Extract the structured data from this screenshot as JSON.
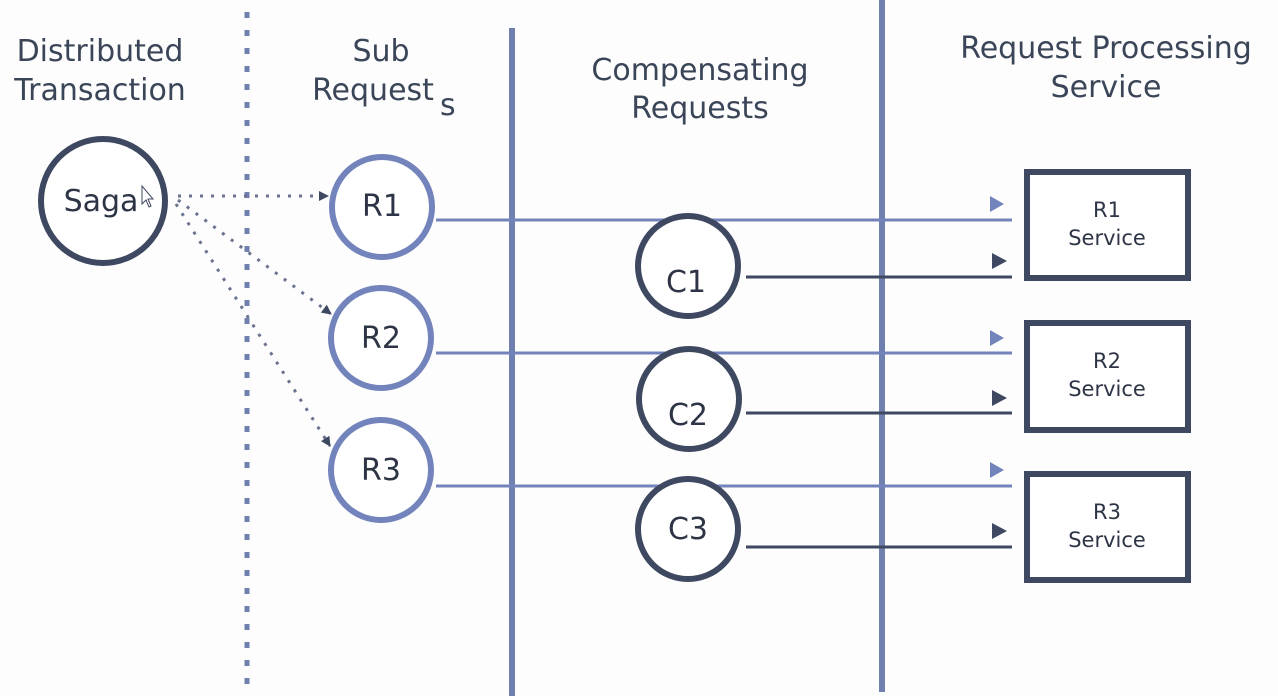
{
  "colors": {
    "dark": "#3e4860",
    "blue": "#7384bc",
    "separator": "#6f80b0",
    "dots": "#6b7290"
  },
  "headers": {
    "distributed_line1": "Distributed",
    "distributed_line2": "Transaction",
    "sub_line1": "Sub",
    "sub_line2": "Request",
    "sub_suffix": "s",
    "comp_line1": "Compensating",
    "comp_line2": "Requests",
    "rps_line1": "Request Processing",
    "rps_line2": "Service"
  },
  "saga": {
    "label": "Saga"
  },
  "requests": [
    {
      "label": "R1"
    },
    {
      "label": "R2"
    },
    {
      "label": "R3"
    }
  ],
  "compensations": [
    {
      "label": "C1"
    },
    {
      "label": "C2"
    },
    {
      "label": "C3"
    }
  ],
  "services": [
    {
      "line1": "R1",
      "line2": "Service"
    },
    {
      "line1": "R2",
      "line2": "Service"
    },
    {
      "line1": "R3",
      "line2": "Service"
    }
  ]
}
